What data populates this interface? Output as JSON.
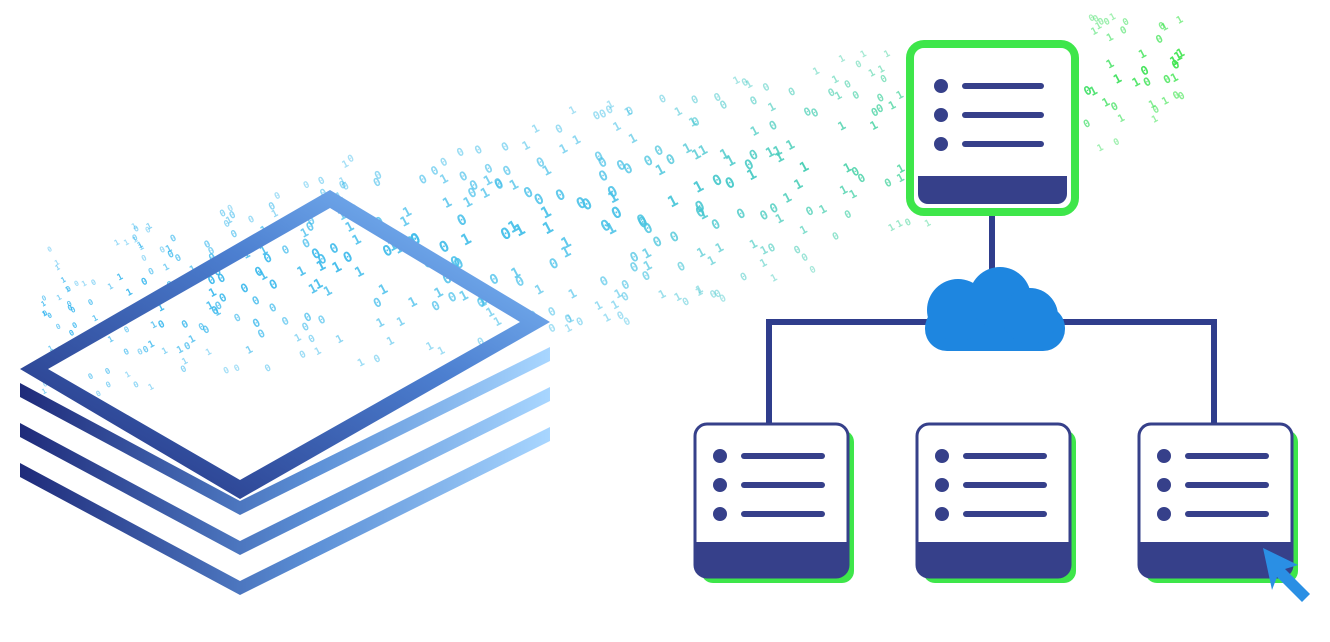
{
  "palette": {
    "navy": "#2f3d8c",
    "navy_dark": "#1f2b7a",
    "light_blue": "#a8d6ff",
    "cyan": "#38b6f0",
    "green": "#3ee64a",
    "cloud_blue": "#1e86e0",
    "cursor_blue": "#2a8fe4",
    "white": "#ffffff"
  },
  "diagram": {
    "data_glyphs": [
      "0",
      "1"
    ],
    "icons": {
      "document_stack": "layered-document-stack-icon",
      "source_server": "highlighted-server-icon",
      "cloud": "cloud-icon",
      "clients": [
        "server-icon",
        "server-icon",
        "server-icon"
      ],
      "pointer": "mouse-cursor-icon"
    },
    "source_server_line_count": 3,
    "client_server_line_count": 3,
    "client_count": 3,
    "selected_client_index": 2
  }
}
